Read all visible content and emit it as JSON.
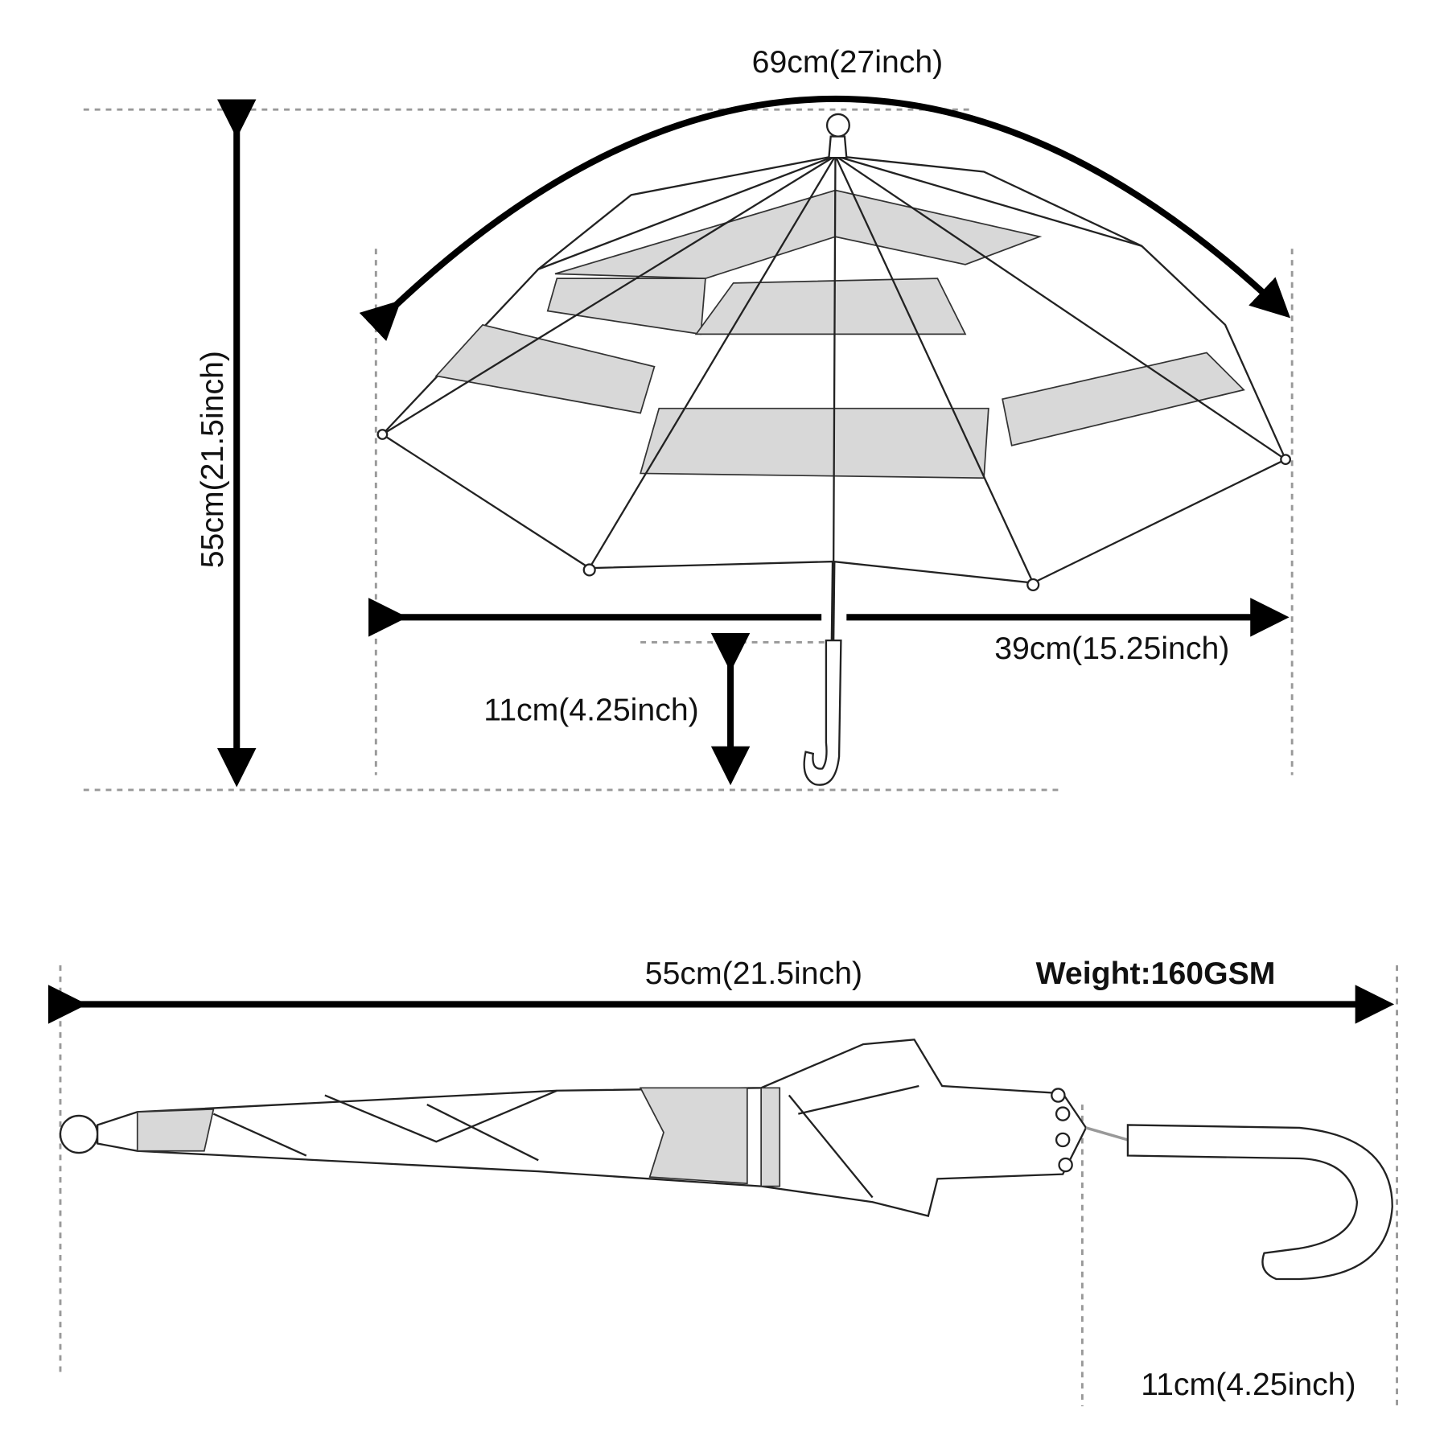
{
  "open_umbrella": {
    "arc_width_label": "69cm(27inch)",
    "total_height_label": "55cm(21.5inch)",
    "diameter_label": "39cm(15.25inch)",
    "handle_length_label": "11cm(4.25inch)"
  },
  "closed_umbrella": {
    "length_label": "55cm(21.5inch)",
    "weight_label": "Weight:160GSM",
    "handle_length_label": "11cm(4.25inch)"
  }
}
